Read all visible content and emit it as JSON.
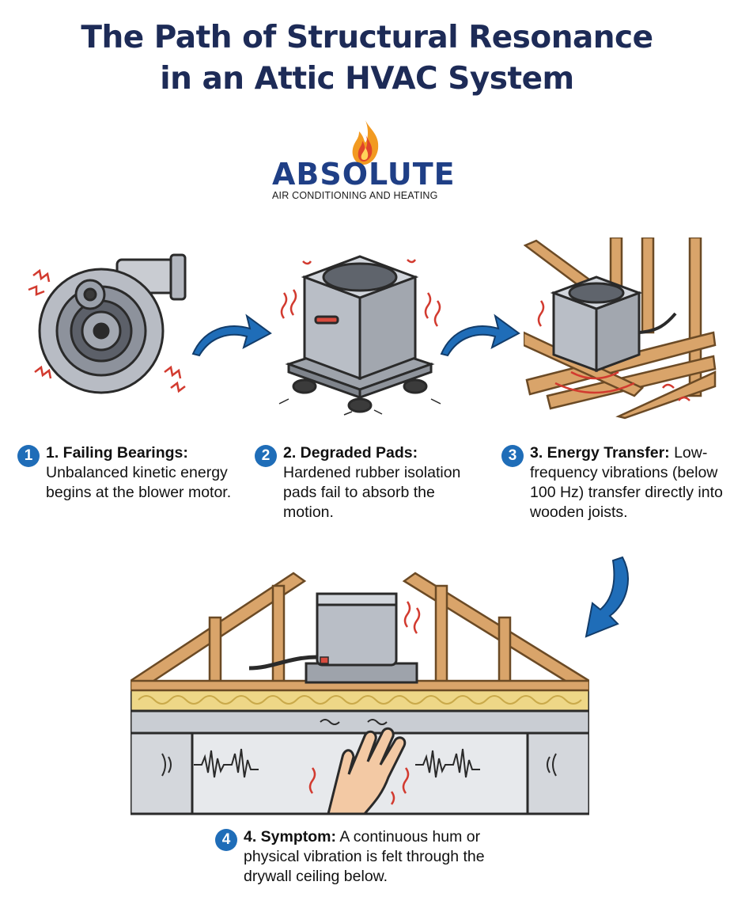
{
  "title": {
    "line1": "The Path of Structural Resonance",
    "line2": "in an Attic HVAC System"
  },
  "logo": {
    "word": "ABSOLUTE",
    "tagline": "AIR CONDITIONING AND HEATING"
  },
  "steps": [
    {
      "number": "1",
      "heading": "1. Failing Bearings:",
      "text": "Unbalanced kinetic energy begins at the blower motor."
    },
    {
      "number": "2",
      "heading": "2. Degraded Pads:",
      "text": "Hardened rubber isolation pads fail to absorb the motion."
    },
    {
      "number": "3",
      "heading": "3. Energy Transfer:",
      "text": "Low-frequency vibrations (below 100 Hz) transfer directly into wooden joists."
    },
    {
      "number": "4",
      "heading": "4. Symptom:",
      "text": "A continuous hum or physical vibration is felt through the drywall ceiling below."
    }
  ],
  "colors": {
    "title": "#1d2b57",
    "accent": "#1f6db8",
    "vibration": "#d23a2f",
    "wood": "#d9a46a",
    "insulation": "#eed787",
    "drywall": "#d4d7dc"
  }
}
